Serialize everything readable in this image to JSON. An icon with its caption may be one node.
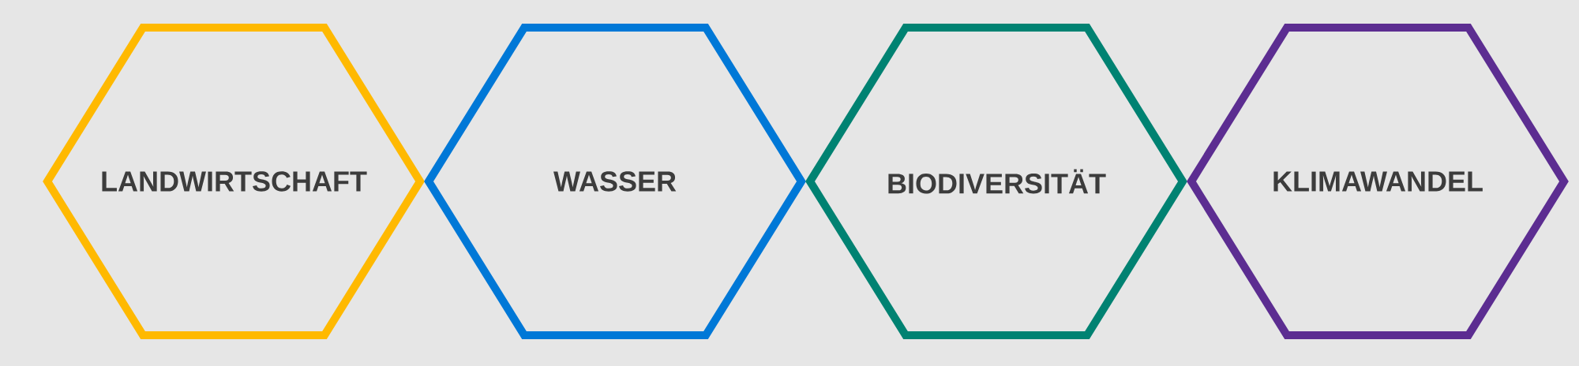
{
  "diagram": {
    "nodes": [
      {
        "text": [
          "LANDWIRTSCHAFT"
        ]
      },
      {
        "text": [
          "WASSER"
        ]
      },
      {
        "text": [
          "BIODIVERSITÄT"
        ]
      },
      {
        "text": [
          "KLIMAWANDEL"
        ]
      }
    ]
  }
}
